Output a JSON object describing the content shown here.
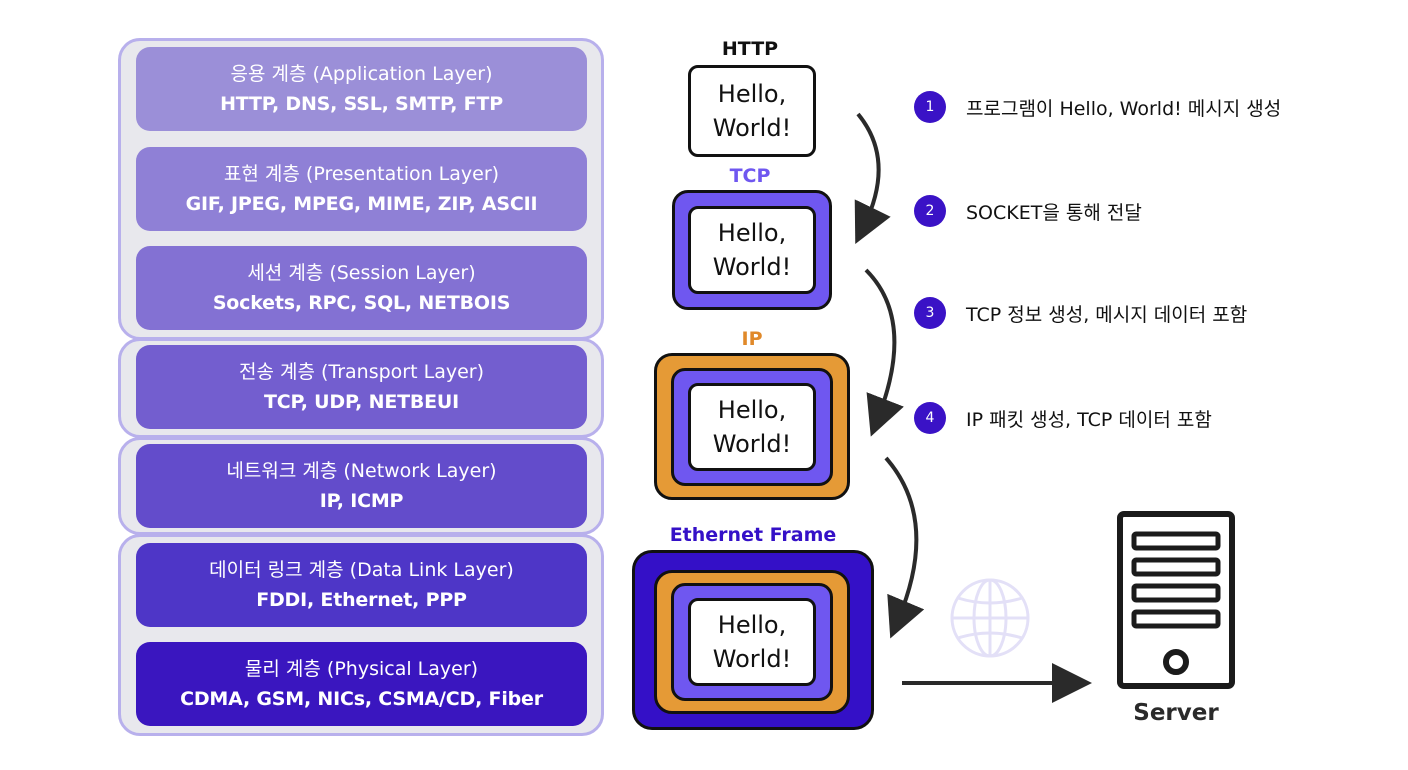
{
  "layers": [
    {
      "name": "응용 계층 (Application Layer)",
      "protocols": "HTTP, DNS, SSL, SMTP, FTP",
      "color": "#9b8fd8"
    },
    {
      "name": "표현 계층 (Presentation Layer)",
      "protocols": "GIF, JPEG, MPEG, MIME, ZIP, ASCII",
      "color": "#8f80d6"
    },
    {
      "name": "세션 계층 (Session Layer)",
      "protocols": "Sockets, RPC, SQL, NETBOIS",
      "color": "#8371d3"
    },
    {
      "name": "전송 계층 (Transport Layer)",
      "protocols": "TCP, UDP, NETBEUI",
      "color": "#735ecf"
    },
    {
      "name": "네트워크 계층 (Network Layer)",
      "protocols": "IP, ICMP",
      "color": "#634ccb"
    },
    {
      "name": "데이터 링크 계층 (Data Link Layer)",
      "protocols": "FDDI, Ethernet, PPP",
      "color": "#4e36c7"
    },
    {
      "name": "물리 계층 (Physical Layer)",
      "protocols": "CDMA, GSM, NICs, CSMA/CD, Fiber",
      "color": "#3a16bf"
    }
  ],
  "encapsulation": {
    "message": "Hello,\nWorld!",
    "http_label": "HTTP",
    "tcp_label": "TCP",
    "ip_label": "IP",
    "frame_label": "Ethernet Frame",
    "colors": {
      "tcp": "#6f57f0",
      "ip": "#e59a36",
      "frame": "#3410c7",
      "http_label": "#111111",
      "tcp_label": "#6f57f0",
      "ip_label": "#e0892a",
      "frame_label": "#3410c7"
    }
  },
  "steps": [
    {
      "number": "1",
      "text": "프로그램이 Hello, World! 메시지 생성"
    },
    {
      "number": "2",
      "text": "SOCKET을 통해 전달"
    },
    {
      "number": "3",
      "text": "TCP 정보 생성, 메시지 데이터 포함"
    },
    {
      "number": "4",
      "text": "IP 패킷 생성, TCP 데이터 포함"
    }
  ],
  "server": {
    "label": "Server",
    "icon": "server-icon",
    "network_icon": "globe-icon"
  }
}
